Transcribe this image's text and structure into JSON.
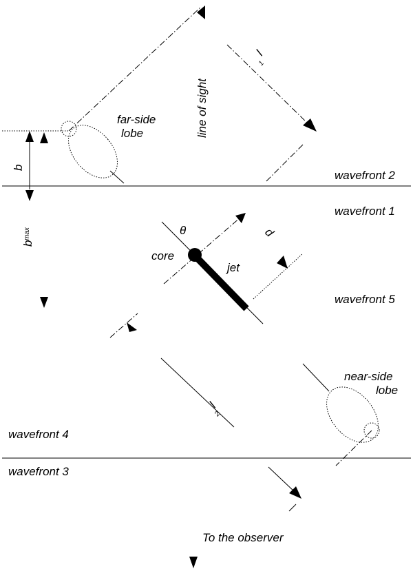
{
  "labels": {
    "far_side_lobe_line1": "far-side",
    "far_side_lobe_line2": "lobe",
    "line_of_sight": "line of sight",
    "l1_main": "l",
    "l1_sub": "1",
    "b": "b",
    "b_max_main": "b",
    "b_max_sub": "max",
    "wavefront2": "wavefront 2",
    "wavefront1": "wavefront 1",
    "wavefront5": "wavefront 5",
    "wavefront4": "wavefront 4",
    "wavefront3": "wavefront 3",
    "theta": "θ",
    "d": "d",
    "core": "core",
    "jet": "jet",
    "near_side_lobe_line1": "near-side",
    "near_side_lobe_line2": "lobe",
    "l2_main": "l",
    "l2_sub": "2",
    "to_observer": "To the observer"
  }
}
